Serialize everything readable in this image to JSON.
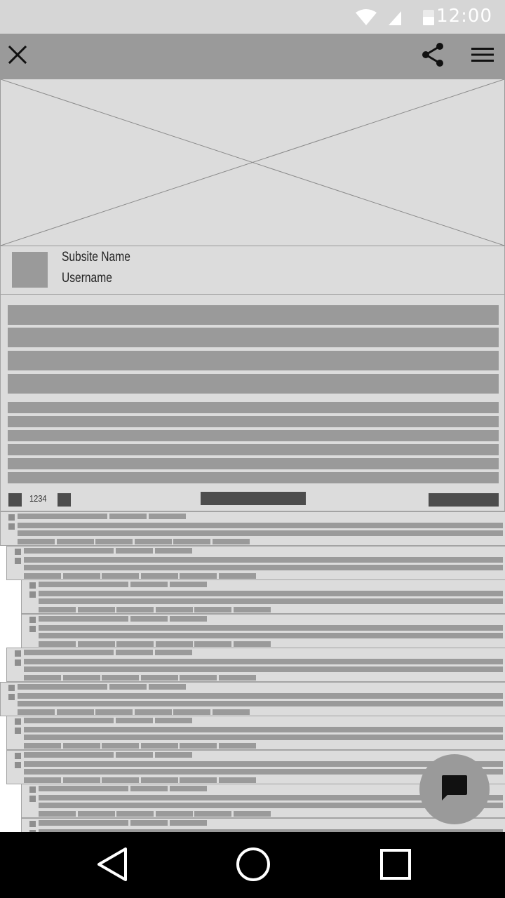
{
  "status_bar": {
    "time": "12:00"
  },
  "app_bar": {
    "close_icon": "close-icon",
    "share_icon": "share-icon",
    "menu_icon": "menu-icon",
    "background": "#9a9a9a"
  },
  "author": {
    "subsite_name": "Subsite Name",
    "username": "Username"
  },
  "post": {
    "score": "1234"
  },
  "comment_thread": {
    "depths": [
      0,
      1,
      2,
      2,
      1,
      0,
      1,
      1,
      2,
      2
    ]
  },
  "fab": {
    "icon": "chat-bubble-icon"
  },
  "nav_bar": {
    "back_icon": "back-triangle-icon",
    "home_icon": "home-circle-icon",
    "recents_icon": "recents-square-icon"
  }
}
